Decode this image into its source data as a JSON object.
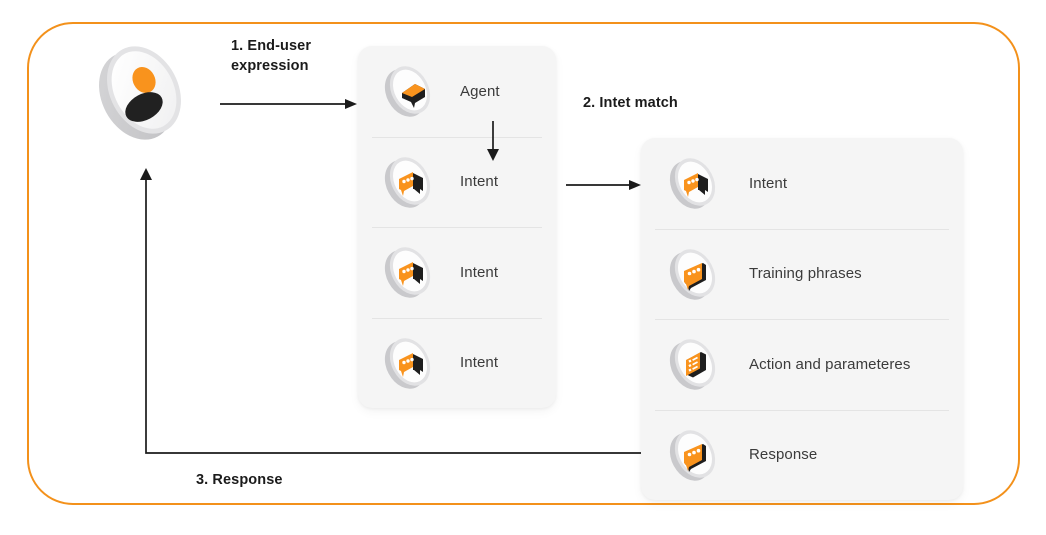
{
  "diagram": {
    "title": "Dialogflow agent intent matching flow",
    "accent_color": "#f3911b",
    "panel_color": "#f5f5f5",
    "text_color": "#3b3b3b"
  },
  "actor": {
    "name": "end-user",
    "icon": "end-user-disc-icon"
  },
  "steps": [
    {
      "id": "step-1",
      "label": "1. End-user\nexpression"
    },
    {
      "id": "step-2",
      "label": "2. Intet match"
    },
    {
      "id": "step-3",
      "label": "3. Response"
    }
  ],
  "step_labels": {
    "one_line1": "1. End-user",
    "one_line2": "expression",
    "two": "2. Intet match",
    "three": "3. Response"
  },
  "agent_panel": {
    "name": "agent-panel",
    "rows": [
      {
        "label": "Agent",
        "icon": "agent-bubble-icon"
      },
      {
        "label": "Intent",
        "icon": "intent-bubble-icon"
      },
      {
        "label": "Intent",
        "icon": "intent-bubble-icon"
      },
      {
        "label": "Intent",
        "icon": "intent-bubble-icon"
      }
    ]
  },
  "intent_panel": {
    "name": "intent-detail-panel",
    "rows": [
      {
        "label": "Intent",
        "icon": "intent-bubble-icon"
      },
      {
        "label": "Training phrases",
        "icon": "training-phrases-icon"
      },
      {
        "label": "Action and parameteres",
        "icon": "action-parameters-icon"
      },
      {
        "label": "Response",
        "icon": "response-bubble-icon"
      }
    ]
  }
}
